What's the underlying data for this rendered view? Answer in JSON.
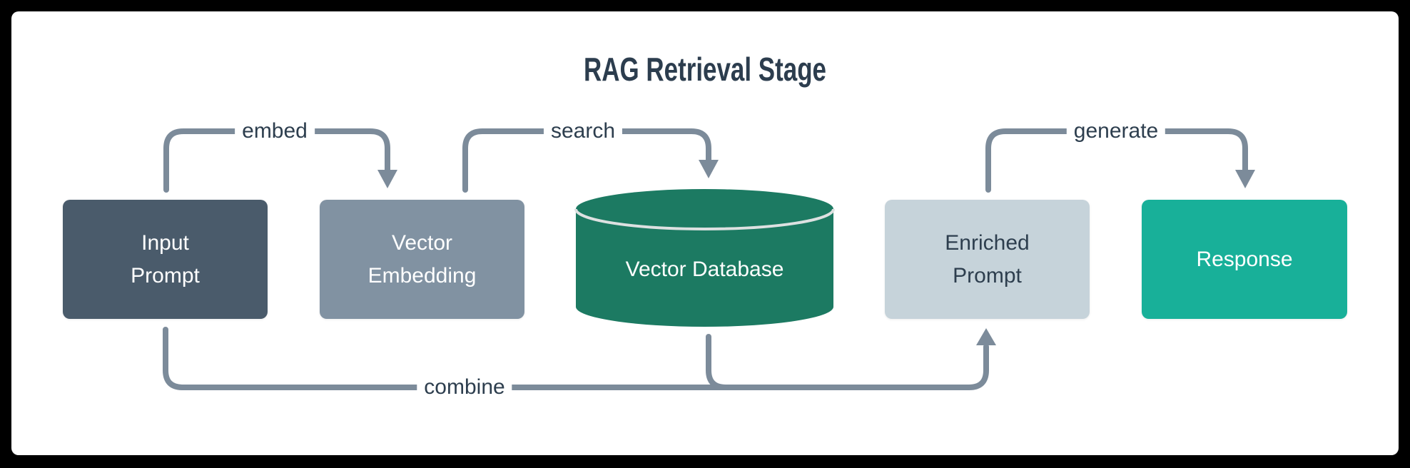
{
  "title": "RAG Retrieval Stage",
  "nodes": [
    {
      "id": "input-prompt",
      "label": "Input\nPrompt",
      "shape": "rect",
      "bg": "#4a5b6b",
      "text_color": "#ffffff"
    },
    {
      "id": "vector-embedding",
      "label": "Vector\nEmbedding",
      "shape": "rect",
      "bg": "#8192a2",
      "text_color": "#ffffff"
    },
    {
      "id": "vector-database",
      "label": "Vector Database",
      "shape": "cylinder",
      "bg": "#1c7a62",
      "text_color": "#ffffff"
    },
    {
      "id": "enriched-prompt",
      "label": "Enriched\nPrompt",
      "shape": "rect",
      "bg": "#c6d3da",
      "text_color": "#2d3e4e"
    },
    {
      "id": "response",
      "label": "Response",
      "shape": "rect",
      "bg": "#18b099",
      "text_color": "#ffffff"
    }
  ],
  "edges": [
    {
      "from": "input-prompt",
      "to": "vector-embedding",
      "label": "embed"
    },
    {
      "from": "vector-embedding",
      "to": "vector-database",
      "label": "search"
    },
    {
      "from": "enriched-prompt",
      "to": "response",
      "label": "generate"
    },
    {
      "from": "input-prompt",
      "to": "enriched-prompt",
      "label": "combine"
    },
    {
      "from": "vector-database",
      "to": "enriched-prompt",
      "label": ""
    }
  ],
  "colors": {
    "page_background": "#000000",
    "canvas_background": "#ffffff",
    "arrow": "#7c8b9a",
    "edge_label_text": "#2d3e4e",
    "title_text": "#2c3d4e",
    "cylinder_rim": "#dde1e1"
  }
}
